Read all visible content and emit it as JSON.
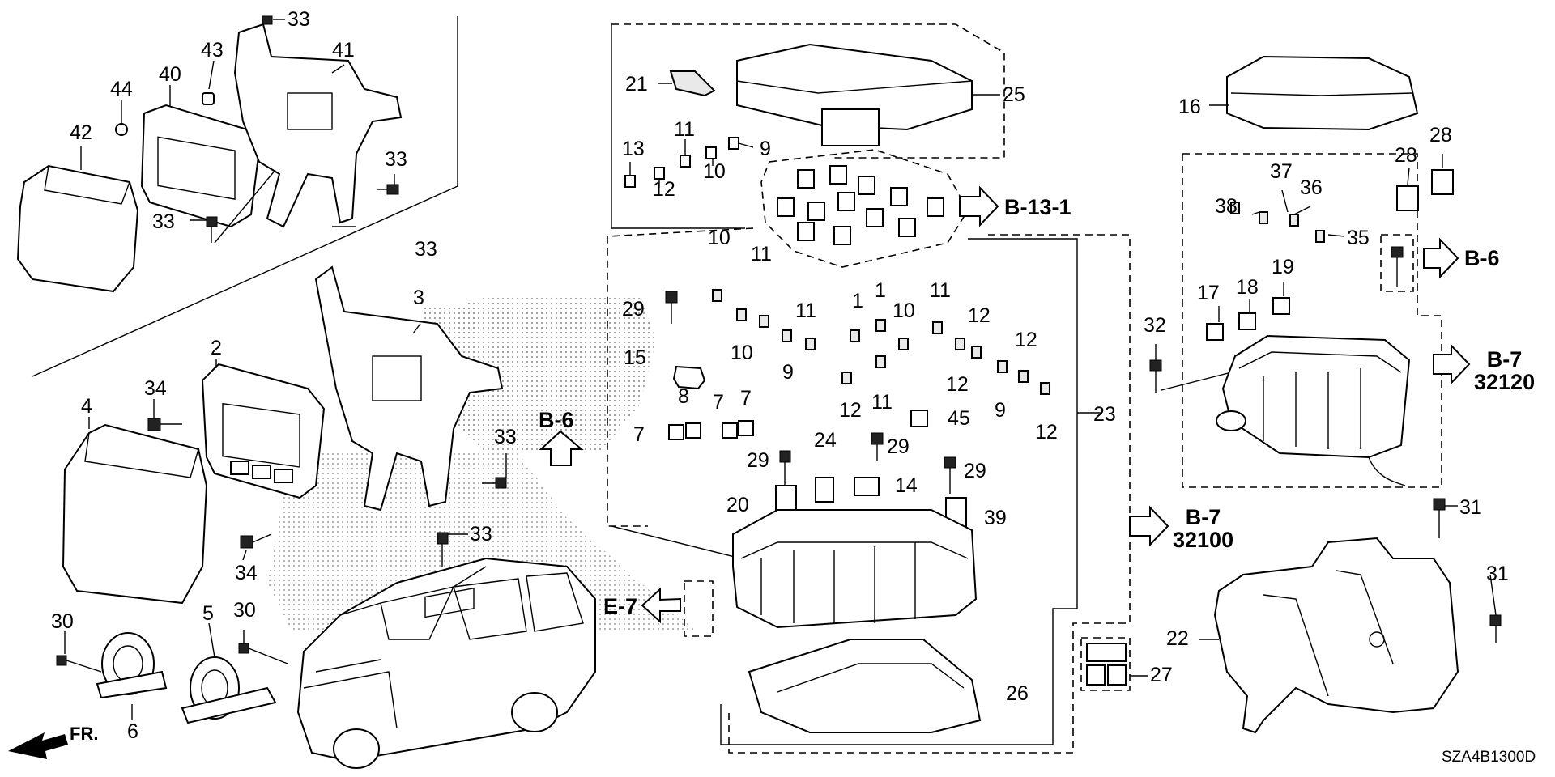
{
  "diagram_code": "SZA4B1300D",
  "front_label": "FR.",
  "callouts": [
    {
      "id": "c33a",
      "text": "33"
    },
    {
      "id": "c43",
      "text": "43"
    },
    {
      "id": "c41",
      "text": "41"
    },
    {
      "id": "c44",
      "text": "44"
    },
    {
      "id": "c40",
      "text": "40"
    },
    {
      "id": "c42",
      "text": "42"
    },
    {
      "id": "c33b",
      "text": "33"
    },
    {
      "id": "c33c",
      "text": "33"
    },
    {
      "id": "c33d",
      "text": "33"
    },
    {
      "id": "c3",
      "text": "3"
    },
    {
      "id": "c2",
      "text": "2"
    },
    {
      "id": "c34a",
      "text": "34"
    },
    {
      "id": "c4",
      "text": "4"
    },
    {
      "id": "c33e",
      "text": "33"
    },
    {
      "id": "c33f",
      "text": "33"
    },
    {
      "id": "c34b",
      "text": "34"
    },
    {
      "id": "c30a",
      "text": "30"
    },
    {
      "id": "c5",
      "text": "5"
    },
    {
      "id": "c30b",
      "text": "30"
    },
    {
      "id": "c6",
      "text": "6"
    },
    {
      "id": "c21",
      "text": "21"
    },
    {
      "id": "c25",
      "text": "25"
    },
    {
      "id": "c13",
      "text": "13"
    },
    {
      "id": "c11a",
      "text": "11"
    },
    {
      "id": "c9a",
      "text": "9"
    },
    {
      "id": "c10a",
      "text": "10"
    },
    {
      "id": "c12a",
      "text": "12"
    },
    {
      "id": "c10b",
      "text": "10"
    },
    {
      "id": "c11b",
      "text": "11"
    },
    {
      "id": "c11c",
      "text": "11"
    },
    {
      "id": "c29a",
      "text": "29"
    },
    {
      "id": "c10c",
      "text": "10"
    },
    {
      "id": "c9b",
      "text": "9"
    },
    {
      "id": "c15",
      "text": "15"
    },
    {
      "id": "c8",
      "text": "8"
    },
    {
      "id": "c7a",
      "text": "7"
    },
    {
      "id": "c7b",
      "text": "7"
    },
    {
      "id": "c7c",
      "text": "7"
    },
    {
      "id": "c1a",
      "text": "1"
    },
    {
      "id": "c1b",
      "text": "1"
    },
    {
      "id": "c10d",
      "text": "10"
    },
    {
      "id": "c11d",
      "text": "11"
    },
    {
      "id": "c12b",
      "text": "12"
    },
    {
      "id": "c12c",
      "text": "12"
    },
    {
      "id": "c12d",
      "text": "12"
    },
    {
      "id": "c12e",
      "text": "12"
    },
    {
      "id": "c11e",
      "text": "11"
    },
    {
      "id": "c9c",
      "text": "9"
    },
    {
      "id": "c12f",
      "text": "12"
    },
    {
      "id": "c45",
      "text": "45"
    },
    {
      "id": "c23",
      "text": "23"
    },
    {
      "id": "c24",
      "text": "24"
    },
    {
      "id": "c29b",
      "text": "29"
    },
    {
      "id": "c29c",
      "text": "29"
    },
    {
      "id": "c29d",
      "text": "29"
    },
    {
      "id": "c14",
      "text": "14"
    },
    {
      "id": "c20",
      "text": "20"
    },
    {
      "id": "c39",
      "text": "39"
    },
    {
      "id": "c26",
      "text": "26"
    },
    {
      "id": "c27",
      "text": "27"
    },
    {
      "id": "c16",
      "text": "16"
    },
    {
      "id": "c28a",
      "text": "28"
    },
    {
      "id": "c28b",
      "text": "28"
    },
    {
      "id": "c37",
      "text": "37"
    },
    {
      "id": "c38",
      "text": "38"
    },
    {
      "id": "c36",
      "text": "36"
    },
    {
      "id": "c35",
      "text": "35"
    },
    {
      "id": "c17",
      "text": "17"
    },
    {
      "id": "c18",
      "text": "18"
    },
    {
      "id": "c19",
      "text": "19"
    },
    {
      "id": "c32",
      "text": "32"
    },
    {
      "id": "c31a",
      "text": "31"
    },
    {
      "id": "c31b",
      "text": "31"
    },
    {
      "id": "c22",
      "text": "22"
    }
  ],
  "references": [
    {
      "id": "r_b131",
      "line1": "B-13-1",
      "line2": ""
    },
    {
      "id": "r_b6a",
      "line1": "B-6",
      "line2": ""
    },
    {
      "id": "r_b7a",
      "line1": "B-7",
      "line2": "32120"
    },
    {
      "id": "r_b6b",
      "line1": "B-6",
      "line2": ""
    },
    {
      "id": "r_e7",
      "line1": "E-7",
      "line2": ""
    },
    {
      "id": "r_b7b",
      "line1": "B-7",
      "line2": "32100"
    }
  ]
}
